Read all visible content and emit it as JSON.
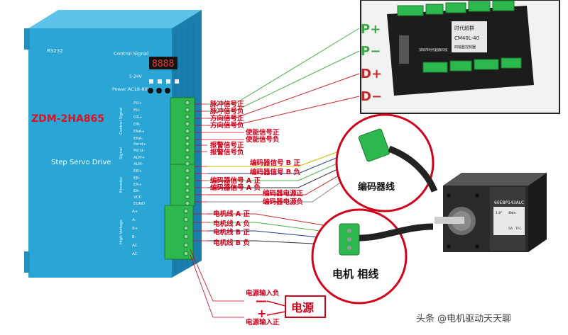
{
  "drive": {
    "model": "ZDM-2HA865",
    "name": "Step Servo Drive",
    "rs232": "RS232",
    "control_signal": "Control Signal",
    "range_voltage": "5-24V",
    "power": "Power AC18-80V",
    "display": "8888",
    "section_control": "Control Signal",
    "section_signal": "Signal",
    "section_encoder": "Encoder",
    "section_hv": "High Voltage",
    "pins": [
      "PU+",
      "PU-",
      "DR+",
      "DR-",
      "ENA+",
      "ENA-",
      "Pend+",
      "Pend-",
      "ALM+",
      "ALM-",
      "EB+",
      "EB-",
      "EA+",
      "EA-",
      "VCC",
      "EGND",
      "A+",
      "A-",
      "B+",
      "B-",
      "AC",
      "AC"
    ]
  },
  "controller": {
    "model": "CM40L-40",
    "brand": "时代超群",
    "label1": "四轴整控制器",
    "label2": "深圳市时代超群科技",
    "pins": [
      "P+",
      "P−",
      "D+",
      "D−"
    ]
  },
  "labels": {
    "pulse_pos": "脉冲信号正",
    "pulse_neg": "脉冲信号负",
    "dir_pos": "方向信号正",
    "dir_neg": "方向信号负",
    "en_pos": "使能信号正",
    "en_neg": "使能信号负",
    "alm_pos": "报警信号正",
    "alm_neg": "报警信号负",
    "encb_pos": "编码器信号 B 正",
    "encb_neg": "编码器信号 B 负",
    "enca_pos": "编码器信号 A 正",
    "enca_neg": "编码器信号 A 负",
    "encpwr_pos": "编码器电源正",
    "encpwr_neg": "编码器电源负",
    "mota_pos": "电机线 A 正",
    "mota_neg": "电机线 A 负",
    "motb_pos": "电机线 B 正",
    "motb_neg": "电机线 B 负",
    "pwr_in_neg": "电源输入负",
    "pwr_in_pos": "电源输入正",
    "minus": "—",
    "plus": "+",
    "power_box": "电源",
    "encoder_cable": "编码器线",
    "motor_phase": "电机 相线"
  },
  "motor": {
    "model": "60EBP143ALC",
    "spec1": "1.8°",
    "spec2": "4Nm",
    "spec3": "5A",
    "spec4": "TFC"
  },
  "watermark": "头条 @电机驱动天天聊",
  "colors": {
    "drive_body": "#2aa6d6",
    "terminal": "#2db84d",
    "label_red": "#d0021b",
    "wire_green": "#4caf50",
    "wire_red": "#c62828",
    "wire_blue": "#1e3a8a",
    "wire_dark": "#333333",
    "wire_yellow": "#c9b800"
  }
}
